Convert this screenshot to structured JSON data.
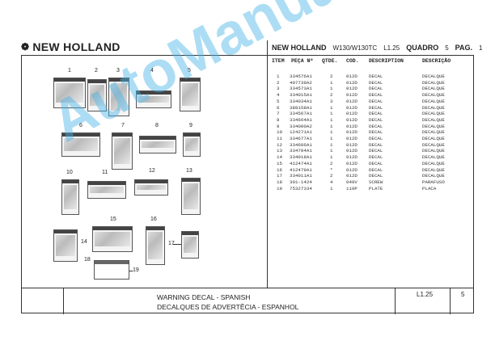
{
  "brand": {
    "logo_icon": "new-holland-leaf-icon",
    "name": "NEW HOLLAND"
  },
  "header": {
    "brand": "NEW HOLLAND",
    "models": "W130/W130TC",
    "version": "L1.25",
    "quadro_label": "QUADRO",
    "quadro_value": "5",
    "page_label": "PAG.",
    "page_value": "1"
  },
  "columns": [
    "ITEM",
    "PEÇA Nº",
    "QTDE.",
    "COD.",
    "DESCRIPTION",
    "DESCRIÇÃO"
  ],
  "rows": [
    {
      "item": "1",
      "part": "334576A1",
      "qty": "2",
      "cod": "012D",
      "desc": "DECAL",
      "desc_pt": "DECALQUE"
    },
    {
      "item": "2",
      "part": "407739A2",
      "qty": "1",
      "cod": "012D",
      "desc": "DECAL",
      "desc_pt": "DECALQUE"
    },
    {
      "item": "3",
      "part": "334573A1",
      "qty": "1",
      "cod": "012D",
      "desc": "DECAL",
      "desc_pt": "DECALQUE"
    },
    {
      "item": "4",
      "part": "334015A1",
      "qty": "2",
      "cod": "012D",
      "desc": "DECAL",
      "desc_pt": "DECALQUE"
    },
    {
      "item": "5",
      "part": "334034A1",
      "qty": "3",
      "cod": "012D",
      "desc": "DECAL",
      "desc_pt": "DECALQUE"
    },
    {
      "item": "6",
      "part": "388158A1",
      "qty": "1",
      "cod": "012D",
      "desc": "DECAL",
      "desc_pt": "DECALQUE"
    },
    {
      "item": "7",
      "part": "334567A1",
      "qty": "1",
      "cod": "012D",
      "desc": "DECAL",
      "desc_pt": "DECALQUE"
    },
    {
      "item": "8",
      "part": "334664A1",
      "qty": "1",
      "cod": "012D",
      "desc": "DECAL",
      "desc_pt": "DECALQUE"
    },
    {
      "item": "9",
      "part": "334000A2",
      "qty": "1",
      "cod": "012D",
      "desc": "DECAL",
      "desc_pt": "DECALQUE"
    },
    {
      "item": "10",
      "part": "124271A1",
      "qty": "1",
      "cod": "012D",
      "desc": "DECAL",
      "desc_pt": "DECALQUE"
    },
    {
      "item": "11",
      "part": "334677A1",
      "qty": "1",
      "cod": "012D",
      "desc": "DECAL",
      "desc_pt": "DECALQUE"
    },
    {
      "item": "12",
      "part": "334686A1",
      "qty": "1",
      "cod": "012D",
      "desc": "DECAL",
      "desc_pt": "DECALQUE"
    },
    {
      "item": "13",
      "part": "334704A1",
      "qty": "1",
      "cod": "012D",
      "desc": "DECAL",
      "desc_pt": "DECALQUE"
    },
    {
      "item": "14",
      "part": "334018A1",
      "qty": "1",
      "cod": "012D",
      "desc": "DECAL",
      "desc_pt": "DECALQUE"
    },
    {
      "item": "15",
      "part": "412474A1",
      "qty": "2",
      "cod": "012D",
      "desc": "DECAL",
      "desc_pt": "DECALQUE"
    },
    {
      "item": "16",
      "part": "412479A1",
      "qty": "*",
      "cod": "012D",
      "desc": "DECAL",
      "desc_pt": "DECALQUE"
    },
    {
      "item": "17",
      "part": "334011A1",
      "qty": "2",
      "cod": "012D",
      "desc": "DECAL",
      "desc_pt": "DECALQUE"
    },
    {
      "item": "18",
      "part": "301-1424",
      "qty": "4",
      "cod": "040V",
      "desc": "SCREW",
      "desc_pt": "PARAFUSO"
    },
    {
      "item": "19",
      "part": "75327334",
      "qty": "1",
      "cod": "110P",
      "desc": "PLATE",
      "desc_pt": "PLACA"
    }
  ],
  "callouts": [
    "1",
    "2",
    "3",
    "4",
    "5",
    "6",
    "7",
    "8",
    "9",
    "10",
    "11",
    "12",
    "13",
    "14",
    "15",
    "16",
    "17",
    "18",
    "19"
  ],
  "footer": {
    "title_en": "WARNING DECAL - SPANISH",
    "title_pt": "DECALQUES DE ADVERTÊCIA - ESPANHOL",
    "ref": "L1.25",
    "page": "5"
  },
  "watermark": "AutoManual",
  "colors": {
    "watermark": "#46b4e6"
  }
}
